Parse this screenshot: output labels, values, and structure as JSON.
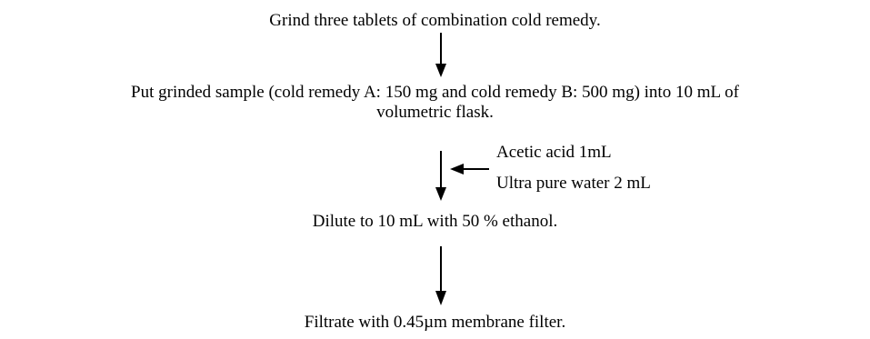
{
  "flowchart": {
    "step1": "Grind three tablets of combination cold remedy.",
    "step2_line1": "Put grinded sample (cold remedy A: 150 mg and cold remedy B: 500 mg) into 10 mL of",
    "step2_line2": "volumetric flask.",
    "additions": [
      "Acetic acid 1mL",
      "Ultra pure water 2 mL"
    ],
    "step3": "Dilute to 10 mL with 50 % ethanol.",
    "step4": "Filtrate with 0.45µm membrane filter."
  },
  "colors": {
    "text": "#000000",
    "arrow": "#000000",
    "background": "#ffffff"
  }
}
